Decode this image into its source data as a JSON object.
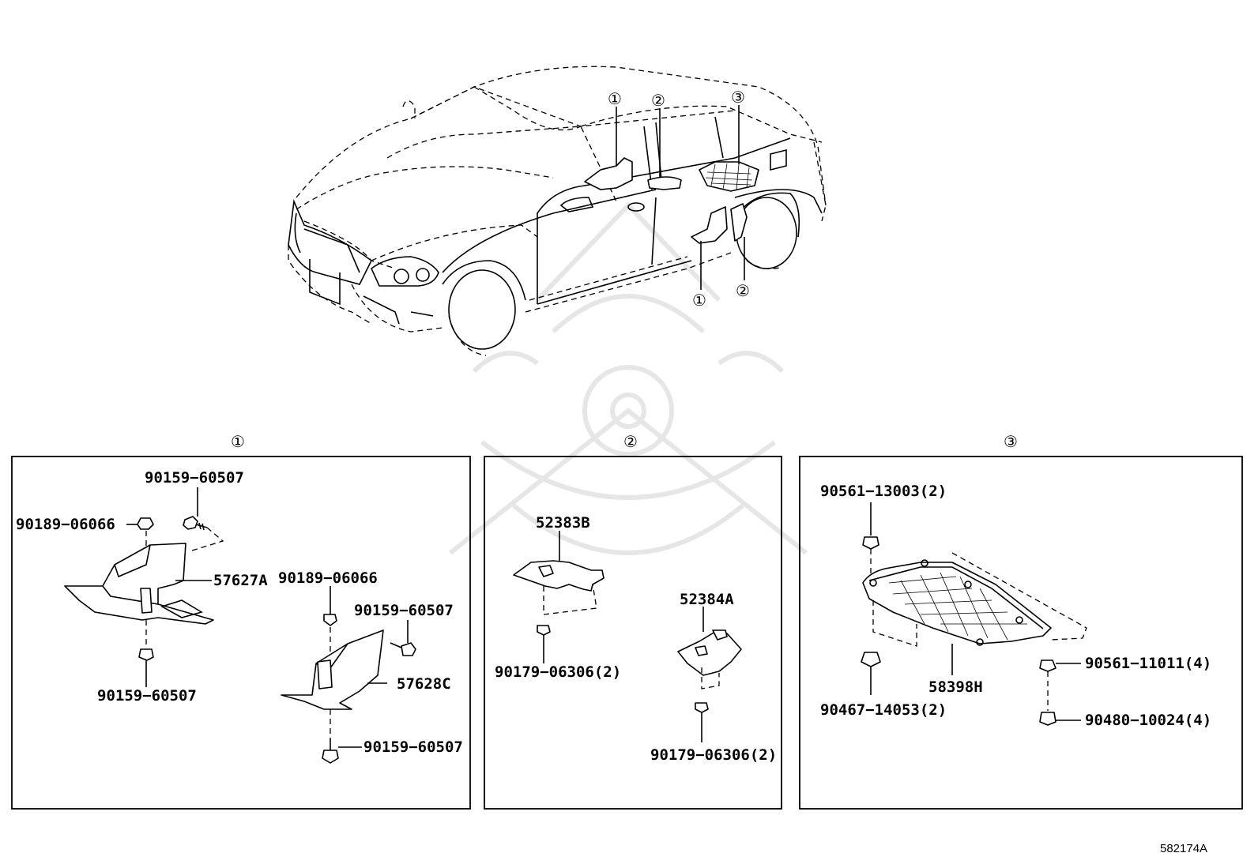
{
  "car_callouts": [
    {
      "id": "car-callout-1-upper",
      "text": "①"
    },
    {
      "id": "car-callout-2-upper",
      "text": "②"
    },
    {
      "id": "car-callout-3-upper",
      "text": "③"
    },
    {
      "id": "car-callout-1-lower",
      "text": "①"
    },
    {
      "id": "car-callout-2-lower",
      "text": "②"
    }
  ],
  "panels": [
    {
      "title": "①",
      "labels": {
        "bolt_top": "90159−60507",
        "clip_left": "90189−06066",
        "part_left": "57627A",
        "bolt_left_bottom": "90159−60507",
        "clip_right": "90189−06066",
        "bolt_right_side": "90159−60507",
        "part_right": "57628C",
        "bolt_right_bottom": "90159−60507"
      }
    },
    {
      "title": "②",
      "labels": {
        "part_upper": "52383B",
        "nut_upper": "90179−06306(2)",
        "part_lower": "52384A",
        "nut_lower": "90179−06306(2)"
      }
    },
    {
      "title": "③",
      "labels": {
        "nut_top": "90561−13003(2)",
        "nut_bottom_left": "90467−14053(2)",
        "part_cover": "58398H",
        "nut_right_upper": "90561−11011(4)",
        "bolt_right_lower": "90480−10024(4)"
      }
    }
  ],
  "diagram_code": "582174A"
}
